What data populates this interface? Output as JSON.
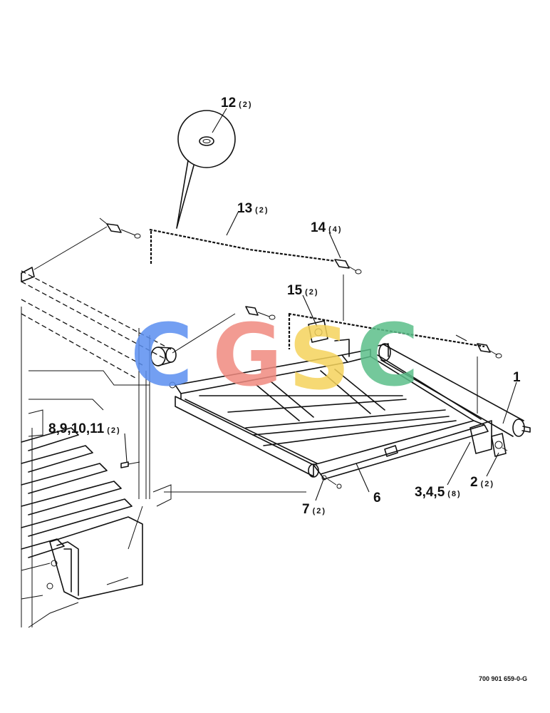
{
  "callouts": [
    {
      "id": "c12",
      "number": "12",
      "qty": "(2)"
    },
    {
      "id": "c13",
      "number": "13",
      "qty": "(2)"
    },
    {
      "id": "c14",
      "number": "14",
      "qty": "(4)"
    },
    {
      "id": "c15",
      "number": "15",
      "qty": "(2)"
    },
    {
      "id": "c1",
      "number": "1",
      "qty": ""
    },
    {
      "id": "c8",
      "number": "8,9,10,11",
      "qty": "(2)"
    },
    {
      "id": "c2",
      "number": "2",
      "qty": "(2)"
    },
    {
      "id": "c345",
      "number": "3,4,5",
      "qty": "(8)"
    },
    {
      "id": "c6",
      "number": "6",
      "qty": ""
    },
    {
      "id": "c7",
      "number": "7",
      "qty": "(2)"
    }
  ],
  "document_number": "700 901 659-0-G",
  "watermark": {
    "letters": [
      "C",
      "G",
      "S",
      "C"
    ],
    "colors": [
      "#5b8ff0",
      "#f08a80",
      "#f5d35c",
      "#5cbf8a"
    ]
  }
}
